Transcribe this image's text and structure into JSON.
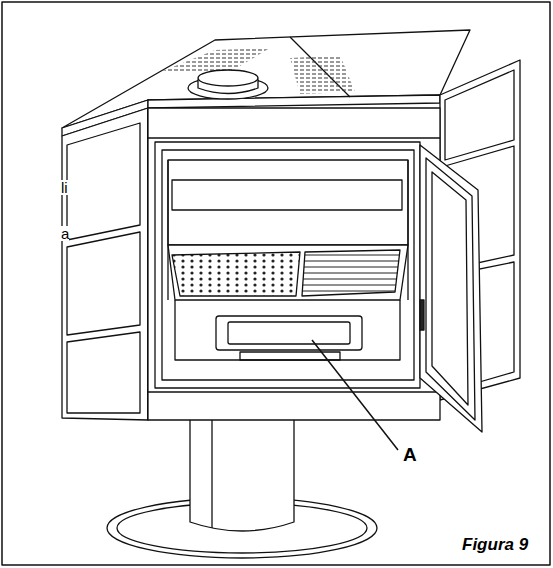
{
  "diagram": {
    "caption": "Figura 9",
    "labels": [
      "li",
      "a",
      "A"
    ]
  }
}
